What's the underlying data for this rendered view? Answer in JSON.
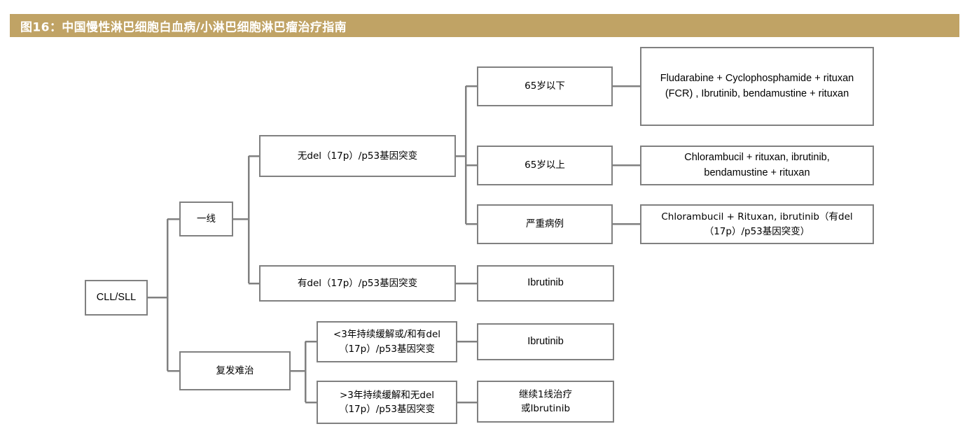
{
  "figure": {
    "title": "图16：中国慢性淋巴细胞白血病/小淋巴细胞淋巴瘤治疗指南",
    "banner_color": "#c0a365",
    "banner_text_color": "#ffffff",
    "box_border_color": "#808080",
    "connector_color": "#808080",
    "background_color": "#ffffff"
  },
  "diagram": {
    "type": "treatment-flowchart",
    "orientation": "left-to-right",
    "levels": 4,
    "nodes": {
      "root": {
        "label": "CLL/SLL",
        "script": "en"
      },
      "branch_first_line": {
        "label": "一线",
        "script": "cn"
      },
      "branch_relapsed": {
        "label": "复发难治",
        "script": "cn"
      },
      "no_del17p": {
        "label": "无del（17p）/p53基因突变",
        "script": "mixed"
      },
      "has_del17p": {
        "label": "有del（17p）/p53基因突变",
        "script": "mixed"
      },
      "age_under_65": {
        "label": "65岁以下",
        "script": "cn"
      },
      "age_over_65": {
        "label": "65岁以上",
        "script": "cn"
      },
      "severe_case": {
        "label": "严重病例",
        "script": "cn"
      },
      "tx_under_65_line1": "Fludarabine + Cyclophosphamide + rituxan",
      "tx_under_65_line2": "(FCR) , Ibrutinib, bendamustine + rituxan",
      "tx_over_65_line1": "Chlorambucil  + rituxan, ibrutinib,",
      "tx_over_65_line2": "bendamustine + rituxan",
      "tx_severe_line1": "Chlorambucil + Rituxan, ibrutinib（有del",
      "tx_severe_line2": "（17p）/p53基因突变）",
      "tx_has_del17p": "Ibrutinib",
      "relapse_lt3y_line1": "<3年持续缓解或/和有del",
      "relapse_lt3y_line2": "（17p）/p53基因突变",
      "relapse_gt3y_line1": ">3年持续缓解和无del",
      "relapse_gt3y_line2": "（17p）/p53基因突变",
      "tx_relapse_lt3y": "Ibrutinib",
      "tx_relapse_gt3y_line1": "继续1线治疗",
      "tx_relapse_gt3y_line2": "或Ibrutinib"
    }
  }
}
